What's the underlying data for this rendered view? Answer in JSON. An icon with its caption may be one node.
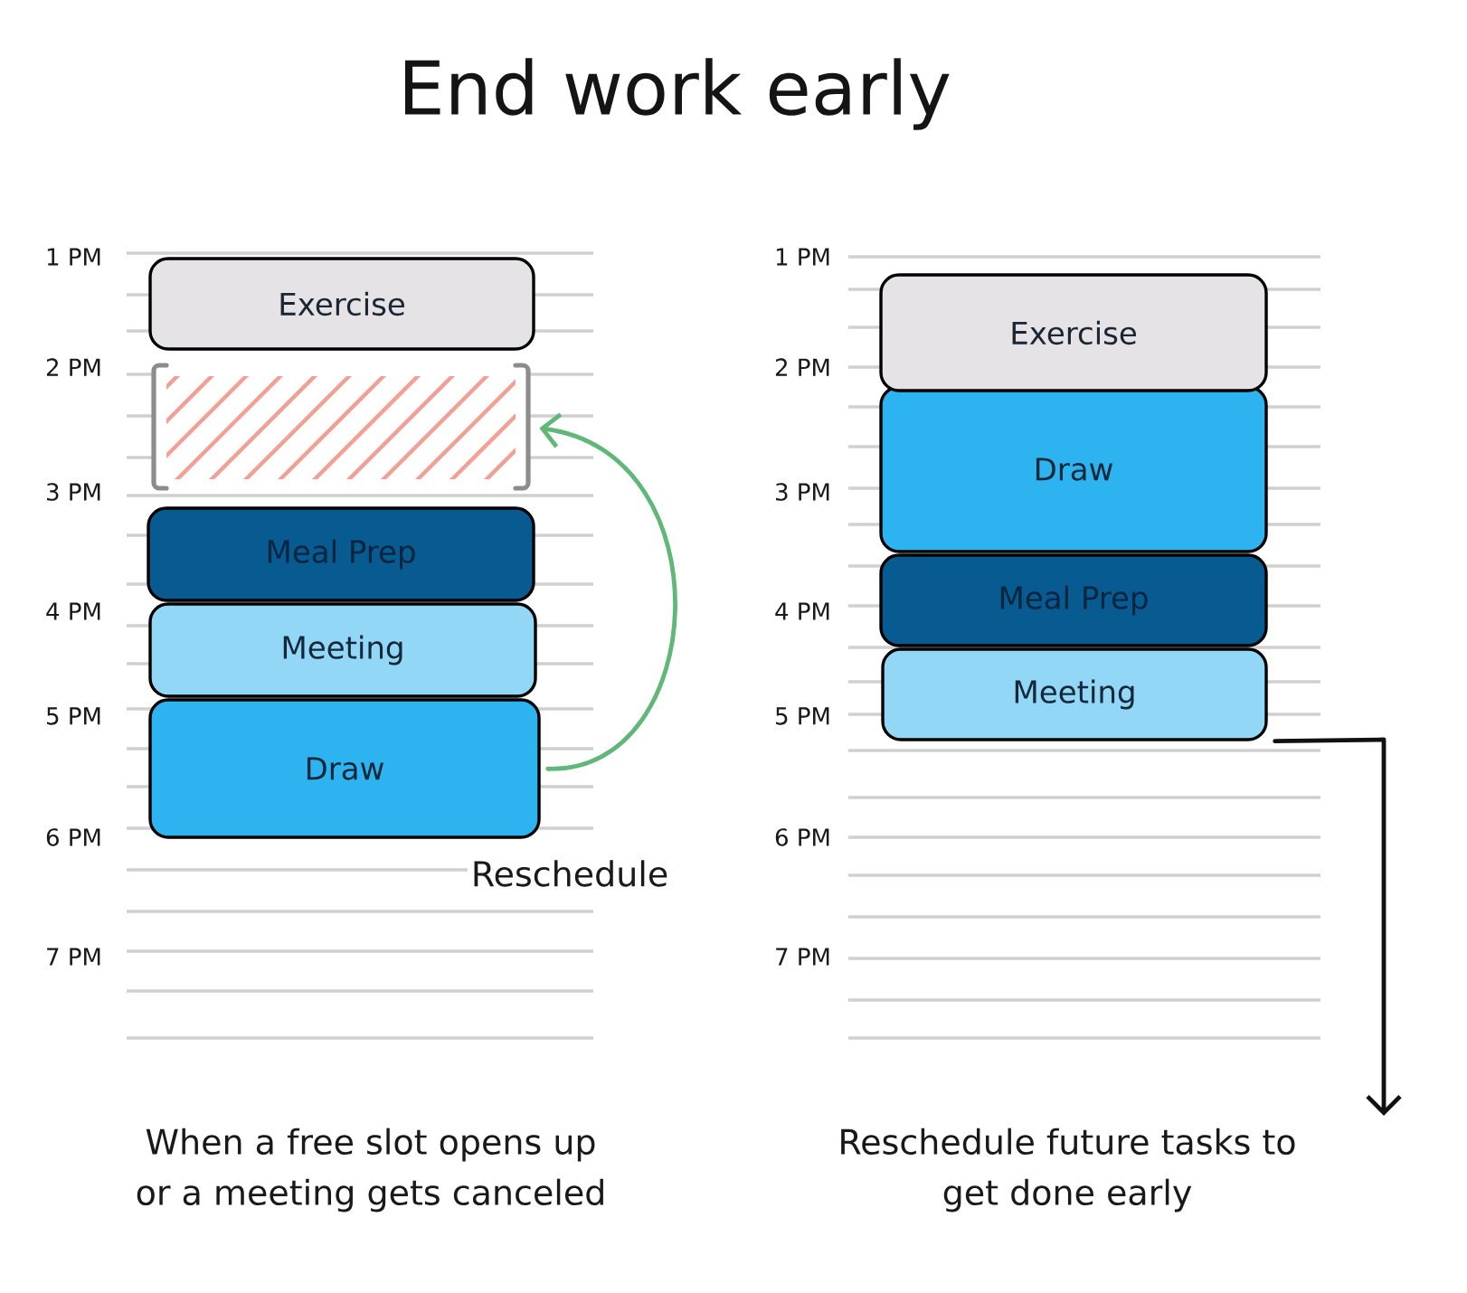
{
  "diagram": {
    "title": "End work early",
    "nodes": [
      {
        "text": [
          "Exercise"
        ]
      },
      {
        "text": [],
        "shape": "box"
      },
      {
        "text": [
          "Meal Prep"
        ]
      },
      {
        "text": [
          "Meeting"
        ]
      },
      {
        "text": [
          "Draw"
        ]
      },
      {
        "text": [
          "Exercise"
        ]
      },
      {
        "text": [
          "Draw"
        ]
      },
      {
        "text": [
          "Meal Prep"
        ]
      },
      {
        "text": [
          "Meeting"
        ]
      }
    ],
    "edges": [
      {
        "from": 4,
        "to": 1,
        "arrow": "to",
        "label": "Reschedule",
        "color": "#5fb878"
      },
      {
        "from": 8,
        "to": null,
        "arrow": "to",
        "color": "#111111"
      }
    ],
    "labels": [
      "1 PM",
      "2 PM",
      "3 PM",
      "4 PM",
      "5 PM",
      "6 PM",
      "7 PM",
      "1 PM",
      "2 PM",
      "3 PM",
      "4 PM",
      "5 PM",
      "6 PM",
      "7 PM",
      "When a free slot opens up or a meeting gets canceled",
      "Reschedule future tasks to get done early"
    ]
  }
}
